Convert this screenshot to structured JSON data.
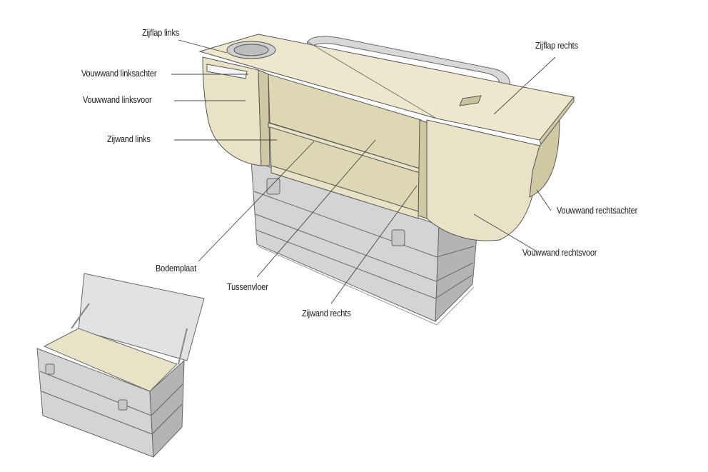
{
  "labels": {
    "zijflap_links": "Zijflap links",
    "vouwwand_linksachter": "Vouwwand linksachter",
    "vouwwand_linksvoor": "Vouwwand linksvoor",
    "zijwand_links": "Zijwand links",
    "bodemplaat": "Bodemplaat",
    "tussenvloer": "Tussenvloer",
    "zijwand_rechts": "Zijwand rechts",
    "zijflap_rechts": "Zijflap rechts",
    "vouwwand_rechtsachter": "Vouwwand rechtsachter",
    "vouwwand_rechtsvoor": "Vouwwand rechtsvoor"
  },
  "colors": {
    "wood": "#e8e3c6",
    "wood_dark": "#cfc8a2",
    "wood_top": "#ece7cd",
    "aluminium": "#d4d4d4",
    "aluminium_dark": "#b4b4b4",
    "outline": "#555555",
    "leader": "#444444"
  }
}
